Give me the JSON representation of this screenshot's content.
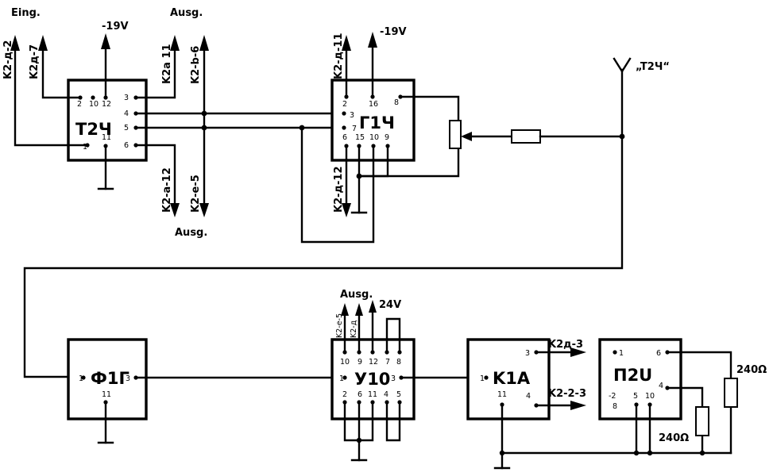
{
  "labels": {
    "eing": "Eing.",
    "ausg_top": "Ausg.",
    "ausg_mid": "Ausg.",
    "ausg_bottom": "Ausg.",
    "v19_a": "-19V",
    "v19_b": "-19V",
    "v24": "24V",
    "antenna": "„T2Ч“",
    "k2_g2": "K2-д-2",
    "k2_d7": "K2д-7",
    "k2_a11": "K2a 11",
    "k2_b6": "K2-b-6",
    "k2_a12": "K2-a-12",
    "k2_e5": "K2-e-5",
    "k2_d11": "K2-д-11",
    "k2_d12": "K2-д-12",
    "k2_u_a": "K2-e-5",
    "k2_u_b": "K2-д",
    "k1a_out3": "K2д-3",
    "k1a_out4": "K2-2-3",
    "r1": "240Ω",
    "r2": "240Ω"
  },
  "blocks": {
    "t2ch": "T2Ч",
    "g1ch": "Г1Ч",
    "f1g": "Ф1Г",
    "u10": "У10",
    "k1a": "K1A",
    "p2u": "П2U"
  },
  "pins": {
    "t2": [
      "2",
      "10",
      "12",
      "3",
      "4",
      "5",
      "1",
      "11",
      "6"
    ],
    "g1": [
      "2",
      "16",
      "8",
      "3",
      "7",
      "6",
      "15",
      "10",
      "9"
    ],
    "f1": [
      "1",
      "3",
      "11"
    ],
    "u10": [
      "10",
      "9",
      "12",
      "7",
      "8",
      "1",
      "3",
      "2",
      "6",
      "11",
      "4",
      "5"
    ],
    "k1": [
      "3",
      "1",
      "4",
      "11"
    ],
    "p2": [
      "1",
      "6",
      "4",
      "-2",
      "5",
      "10",
      "8"
    ]
  }
}
